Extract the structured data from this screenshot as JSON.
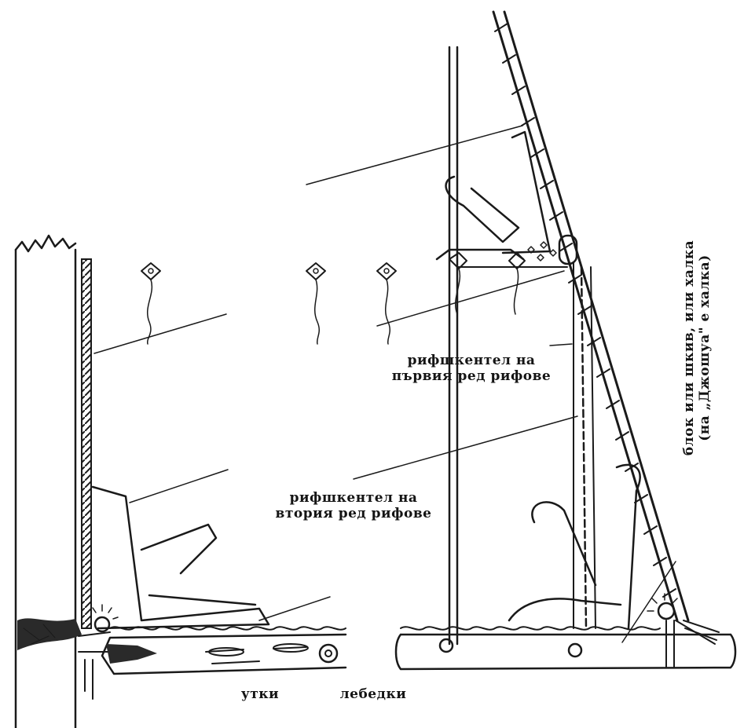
{
  "labels": {
    "reef_pennant_first_line1": "рифшкентел на",
    "reef_pennant_first_line2": "първия ред рифове",
    "reef_pennant_second_line1": "рифшкентел на",
    "reef_pennant_second_line2": "втория ред рифове",
    "block_line1": "блок или шкив, или халка",
    "block_line2": "(на „Джошуа\" е халка)",
    "cleats": "утки",
    "winches": "лебедки"
  },
  "colors": {
    "ink": "#1a1a1a",
    "paper": "#ffffff"
  }
}
